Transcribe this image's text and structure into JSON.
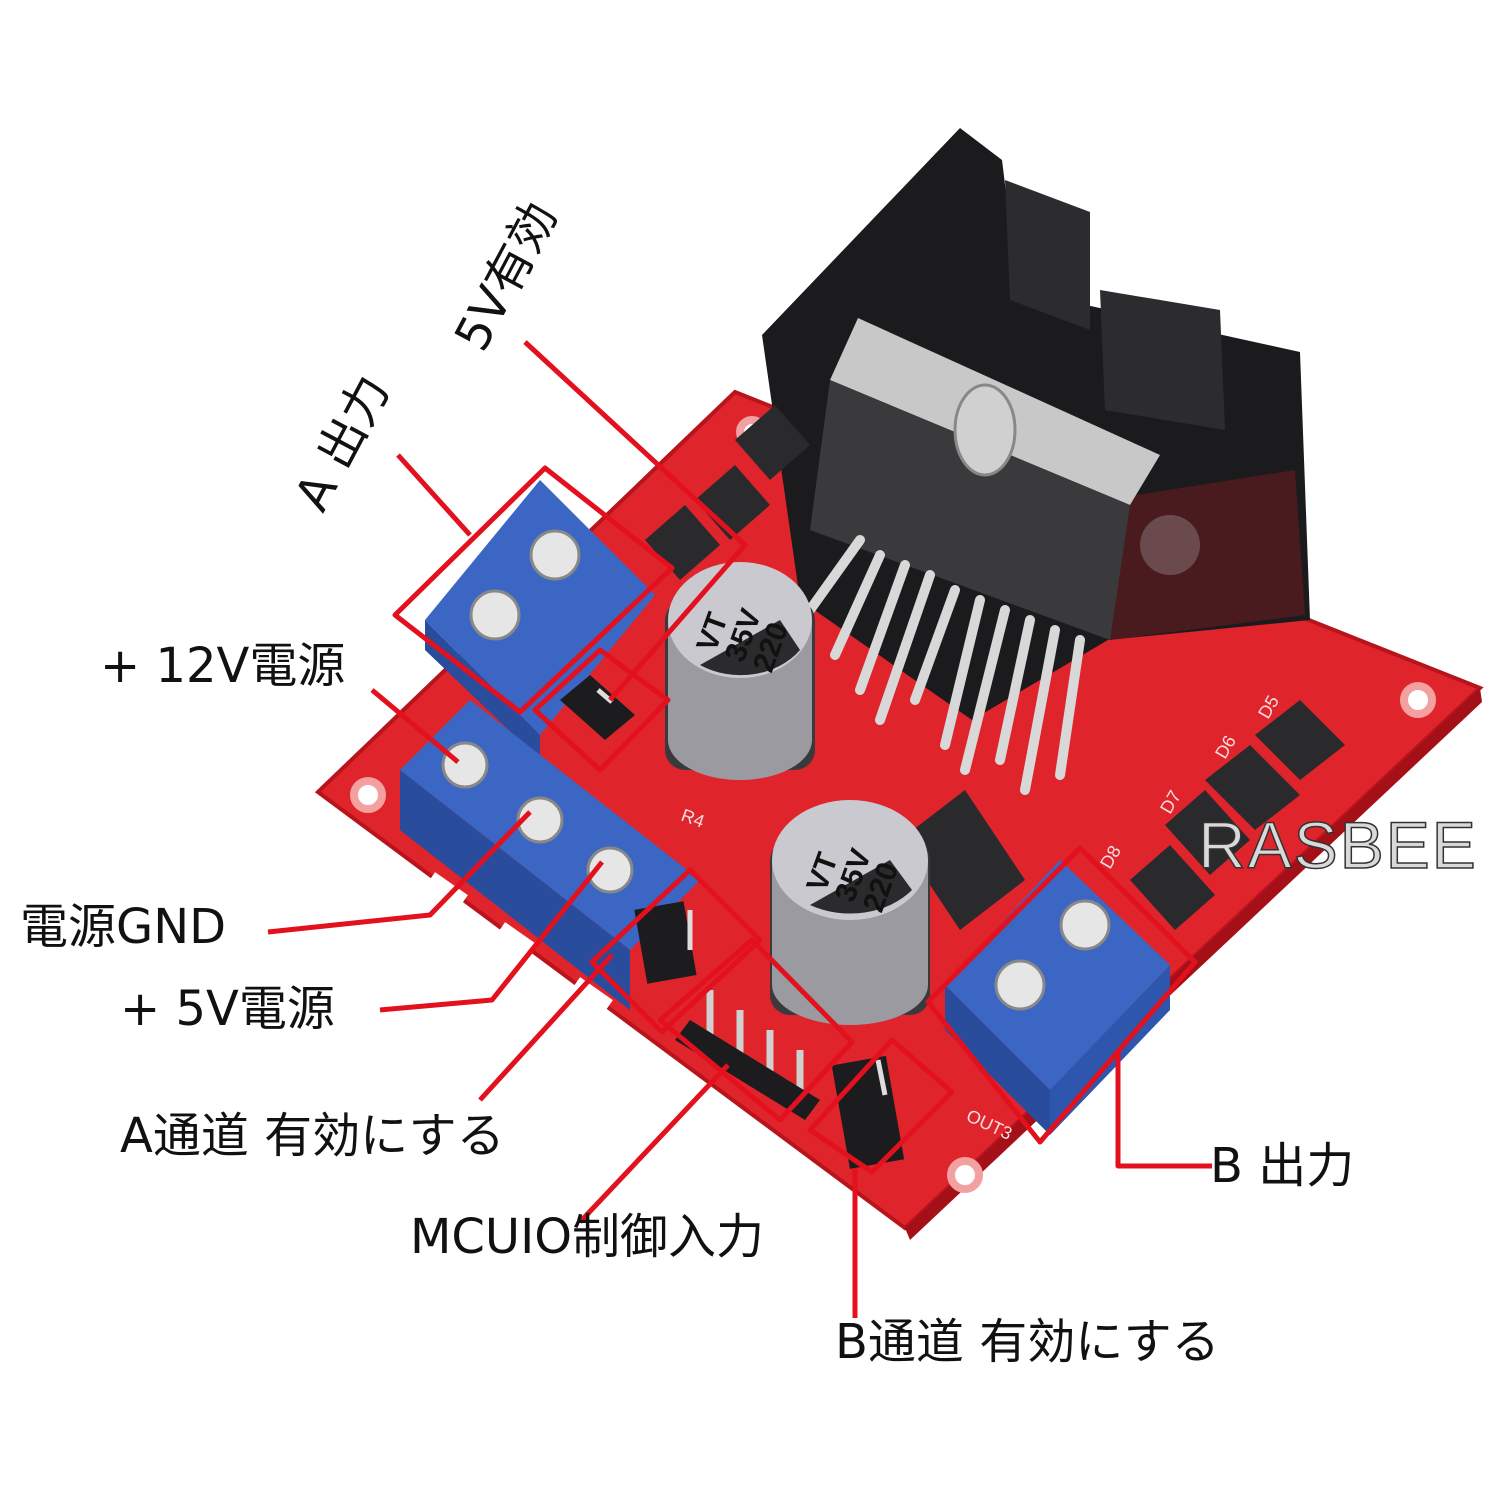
{
  "labels": {
    "a_output": "A 出力",
    "enable_5v": "5V有効",
    "power_12v": "+ 12V電源",
    "power_gnd": "電源GND",
    "power_5v": "+ 5V電源",
    "a_channel_enable": "A通道 有効にする",
    "mcu_io_input": "MCUIO制御入力",
    "b_channel_enable": "B通道 有効にする",
    "b_output": "B 出力"
  },
  "watermark": "RASBEE",
  "board": {
    "capacitor_1": [
      "220",
      "35V",
      "VT"
    ],
    "capacitor_2": [
      "220",
      "35V",
      "VT"
    ],
    "silkscreen": [
      "D5",
      "D6",
      "D7",
      "D8",
      "R4",
      "OUT3"
    ]
  },
  "colors": {
    "annotation": "#e3101e",
    "board": "#e0242c",
    "terminal": "#3b66c4",
    "heatsink": "#1b1b1d"
  }
}
